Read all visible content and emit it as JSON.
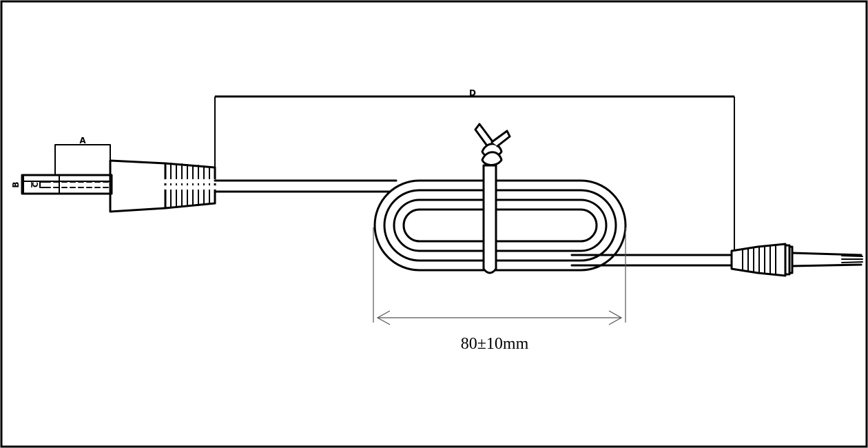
{
  "labels": {
    "dim_a": "A",
    "dim_b": "B",
    "dim_c": "C",
    "dim_d": "D",
    "coil_length": "80±10mm"
  }
}
